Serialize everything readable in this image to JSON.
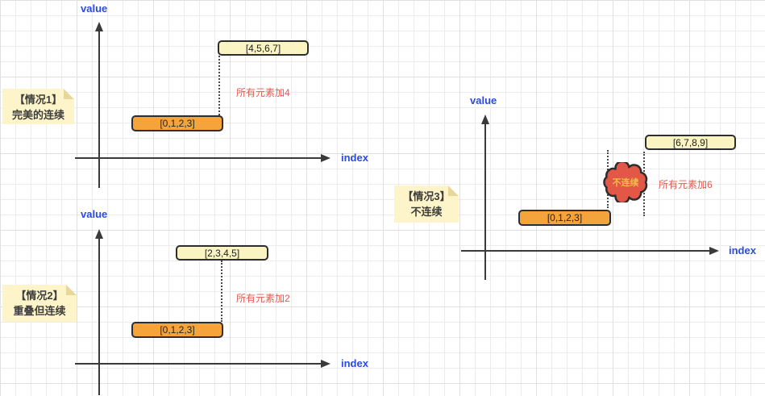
{
  "colors": {
    "axis_label_blue": "#2b4be0",
    "annotation_red": "#e15b50",
    "bar_orange": "#f5a43c",
    "bar_yellow": "#faf4c3",
    "bar_border": "#2d2d2d",
    "note_yellow": "#fdf5c9",
    "note_fold": "#e8d79b",
    "note_text": "#3d3d3d",
    "cloud_red": "#e25746",
    "cloud_text_gold": "#f2bd4a",
    "axis_dark": "#3a3a3a",
    "grid_line": "#ececec",
    "grid_line_major": "#e0e0e0",
    "background": "#ffffff"
  },
  "cases": [
    {
      "note_line1": "【情况1】",
      "note_line2": "完美的连续",
      "y_label": "value",
      "x_label": "index",
      "bar_low": "[0,1,2,3]",
      "bar_high": "[4,5,6,7]",
      "annotation": "所有元素加4"
    },
    {
      "note_line1": "【情况2】",
      "note_line2": "重叠但连续",
      "y_label": "value",
      "x_label": "index",
      "bar_low": "[0,1,2,3]",
      "bar_high": "[2,3,4,5]",
      "annotation": "所有元素加2"
    },
    {
      "note_line1": "【情况3】",
      "note_line2": "不连续",
      "y_label": "value",
      "x_label": "index",
      "bar_low": "[0,1,2,3]",
      "bar_high": "[6,7,8,9]",
      "annotation": "所有元素加6",
      "cloud_label": "不连续"
    }
  ]
}
